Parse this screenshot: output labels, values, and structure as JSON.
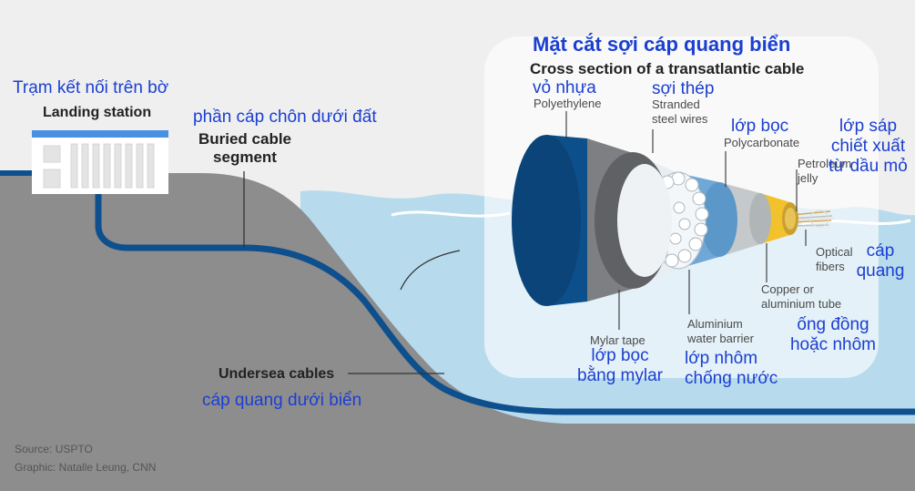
{
  "title_vn": "Mặt cắt sợi cáp quang biển",
  "title_en": "Cross section of a transatlantic cable",
  "landing_station": {
    "vn": "Trạm kết nối trên bờ",
    "en": "Landing station"
  },
  "buried_segment": {
    "vn": "phần cáp chôn dưới đất",
    "en_line1": "Buried cable",
    "en_line2": "segment"
  },
  "undersea": {
    "en": "Undersea cables",
    "vn": "cáp quang dưới biển"
  },
  "layers": {
    "polyethylene": {
      "vn": "vỏ nhựa",
      "en": "Polyethylene"
    },
    "steel": {
      "vn": "sợi thép",
      "en_line1": "Stranded",
      "en_line2": "steel wires"
    },
    "polycarbonate": {
      "vn": "lớp bọc",
      "en": "Polycarbonate"
    },
    "petroleum": {
      "vn_line1": "lớp sáp",
      "vn_line2": "chiết xuất",
      "vn_line3": "từ dầu mỏ",
      "en_line1": "Petroleum",
      "en_line2": "jelly"
    },
    "fibers": {
      "en_line1": "Optical",
      "en_line2": "fibers",
      "vn_line1": "cáp",
      "vn_line2": "quang"
    },
    "tube": {
      "en_line1": "Copper or",
      "en_line2": "aluminium tube",
      "vn_line1": "ống đồng",
      "vn_line2": "hoặc nhôm"
    },
    "aluminium": {
      "en_line1": "Aluminium",
      "en_line2": "water barrier",
      "vn_line1": "lớp nhôm",
      "vn_line2": "chống nước"
    },
    "mylar": {
      "en": "Mylar tape",
      "vn_line1": "lớp bọc",
      "vn_line2": "bằng mylar"
    }
  },
  "footer": {
    "source": "Source: USPTO",
    "graphic": "Graphic: Natalle Leung, CNN"
  },
  "colors": {
    "cable": "#0e4f8e",
    "water": "#b7dbed",
    "land": "#8d8d8d",
    "vn_text": "#1b3fd1",
    "jacket": "#0d4f8b",
    "steel": "#e8eef2",
    "copper": "#f2c22c"
  }
}
